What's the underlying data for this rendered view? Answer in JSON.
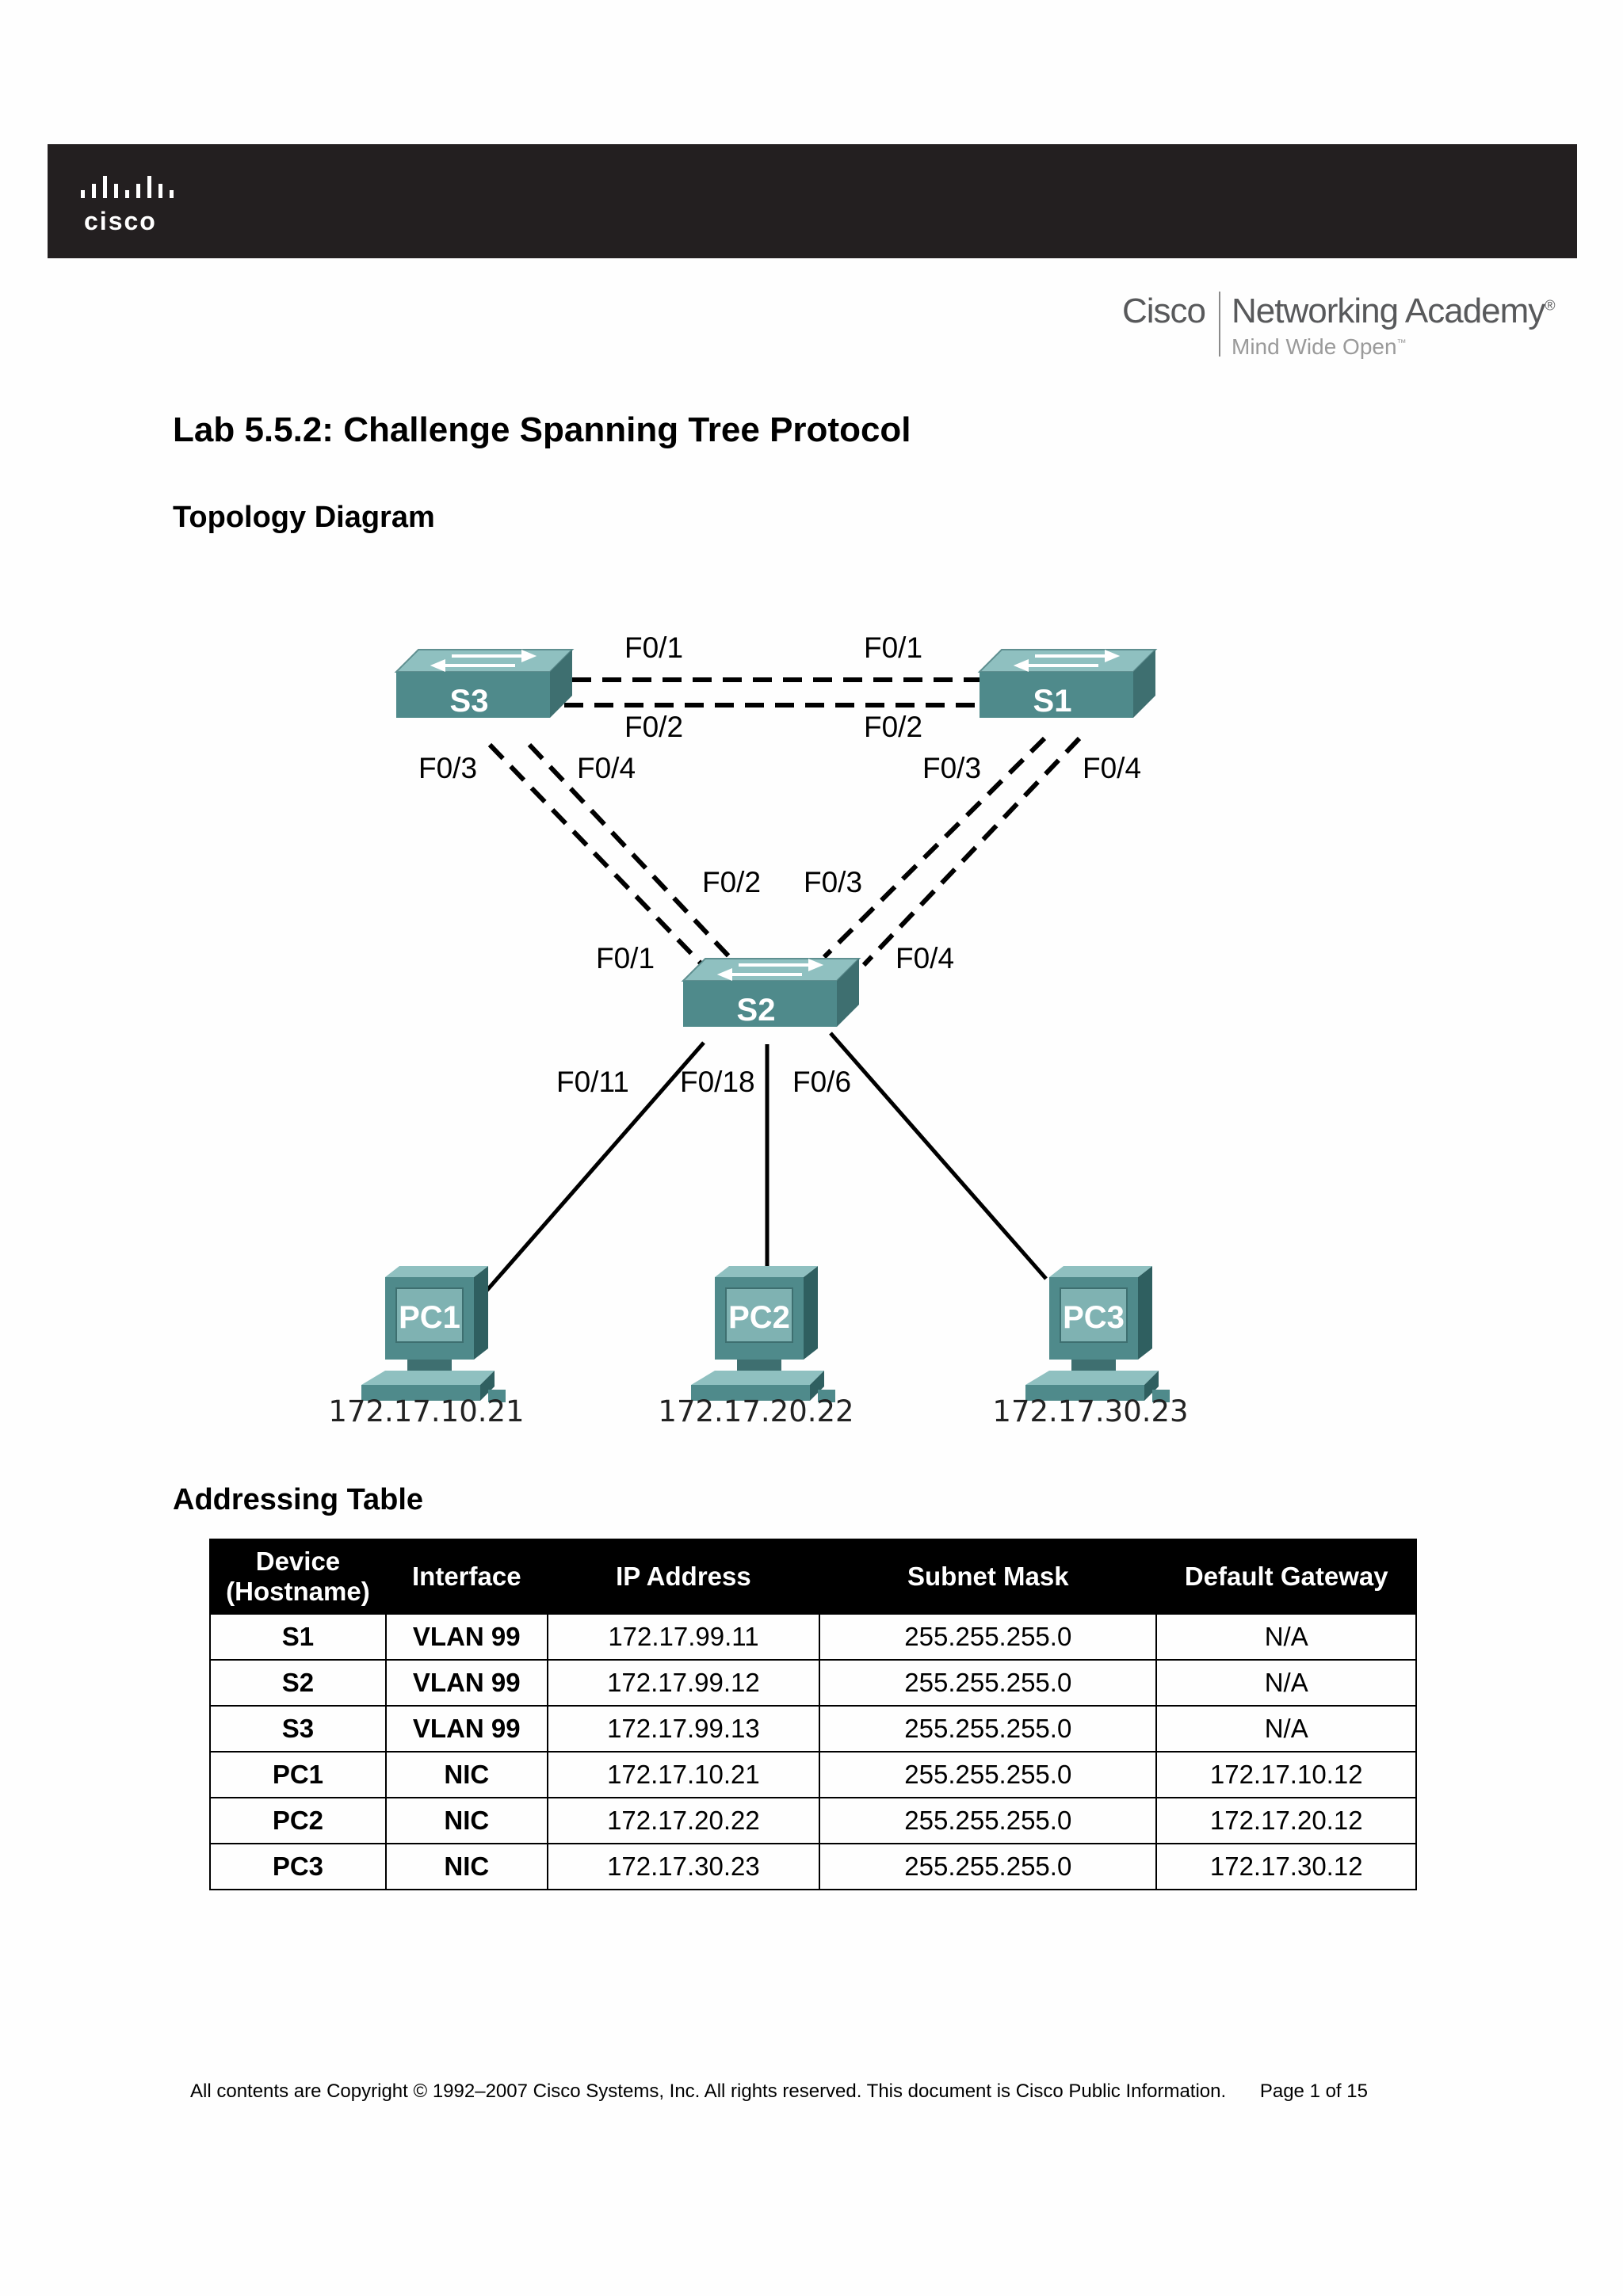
{
  "header": {
    "brand_logo_text": "cisco",
    "academy_brand": "Cisco",
    "academy_name": "Networking Academy",
    "academy_tagline": "Mind Wide Open"
  },
  "document": {
    "title": "Lab 5.5.2: Challenge Spanning Tree Protocol",
    "topology_heading": "Topology Diagram",
    "addressing_heading": "Addressing Table"
  },
  "topology": {
    "devices": {
      "s1": "S1",
      "s2": "S2",
      "s3": "S3",
      "pc1": "PC1",
      "pc2": "PC2",
      "pc3": "PC3"
    },
    "ports": {
      "s3_top1": "F0/1",
      "s1_top1": "F0/1",
      "s3_top2": "F0/2",
      "s1_top2": "F0/2",
      "s3_f03": "F0/3",
      "s3_f04": "F0/4",
      "s1_f03": "F0/3",
      "s1_f04": "F0/4",
      "s2_f02": "F0/2",
      "s2_f03": "F0/3",
      "s2_f01": "F0/1",
      "s2_f04": "F0/4",
      "s2_f011": "F0/11",
      "s2_f018": "F0/18",
      "s2_f06": "F0/6"
    },
    "pc_ips": {
      "pc1": "172.17.10.21",
      "pc2": "172.17.20.22",
      "pc3": "172.17.30.23"
    },
    "colors": {
      "device": "#4f8a8b",
      "device_dark": "#2f5f60",
      "device_light": "#7fb2b2"
    }
  },
  "addressing_table": {
    "headers": [
      "Device (Hostname)",
      "Interface",
      "IP Address",
      "Subnet Mask",
      "Default Gateway"
    ],
    "rows": [
      [
        "S1",
        "VLAN 99",
        "172.17.99.11",
        "255.255.255.0",
        "N/A"
      ],
      [
        "S2",
        "VLAN 99",
        "172.17.99.12",
        "255.255.255.0",
        "N/A"
      ],
      [
        "S3",
        "VLAN 99",
        "172.17.99.13",
        "255.255.255.0",
        "N/A"
      ],
      [
        "PC1",
        "NIC",
        "172.17.10.21",
        "255.255.255.0",
        "172.17.10.12"
      ],
      [
        "PC2",
        "NIC",
        "172.17.20.22",
        "255.255.255.0",
        "172.17.20.12"
      ],
      [
        "PC3",
        "NIC",
        "172.17.30.23",
        "255.255.255.0",
        "172.17.30.12"
      ]
    ]
  },
  "footer": {
    "copyright": "All contents are Copyright © 1992–2007 Cisco Systems, Inc. All rights reserved. This document is Cisco Public Information.",
    "page": "Page 1 of 15"
  }
}
